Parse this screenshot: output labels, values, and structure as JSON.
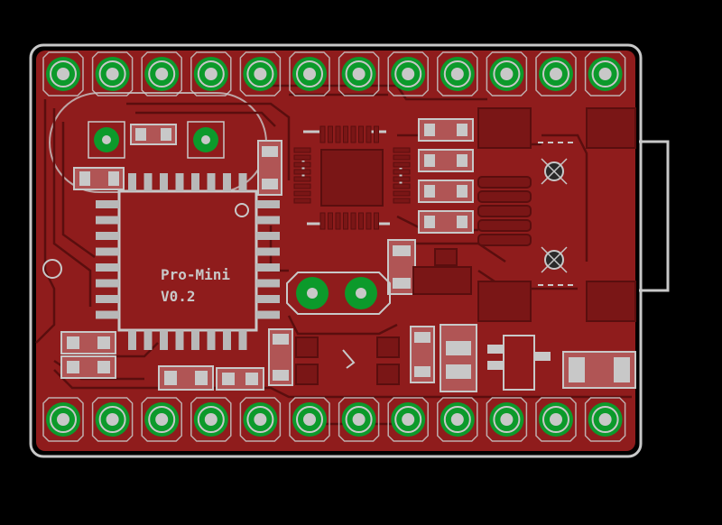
{
  "board": {
    "silkscreen_title": "Pro-Mini",
    "silkscreen_version": "V0.2"
  },
  "colors": {
    "background": "#000000",
    "copper": "#8f1c1c",
    "trace_line": "#5a0e0e",
    "silkscreen": "#c8c8c8",
    "pad_ring": "#c8c8c8",
    "pad_copper": "#0c9a2b",
    "via_hole": "#2a2a2a"
  },
  "headers": {
    "top_pin_count": 12,
    "bottom_pin_count": 12,
    "center_pin_count": 2
  }
}
